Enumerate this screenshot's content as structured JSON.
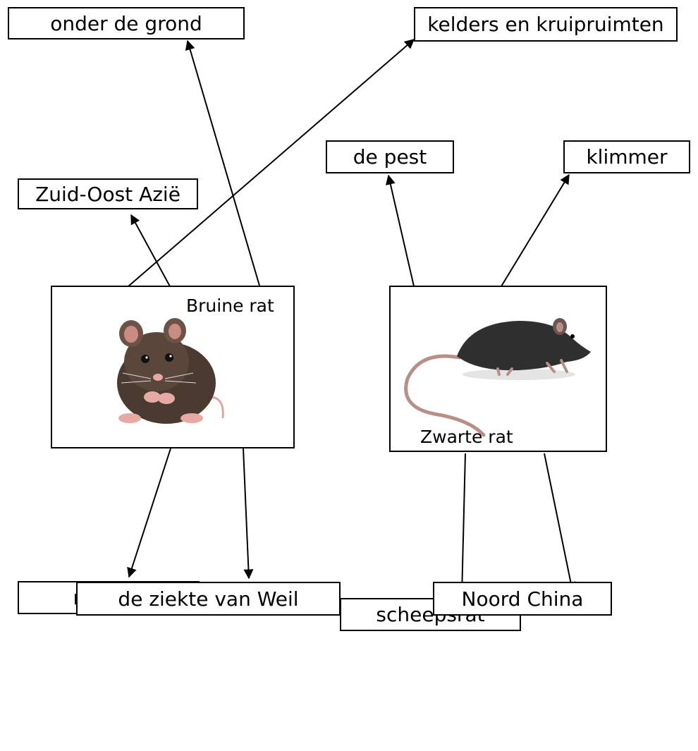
{
  "labels": {
    "onder_de_grond": "onder de grond",
    "kelders": "kelders en kruipruimten",
    "zuid_oost_azie": "Zuid-Oost Azië",
    "de_pest": "de pest",
    "klimmer": "klimmer",
    "rioolrat": "rioolrat",
    "scheepsrat": "scheepsrat",
    "ziekte_weil": "de ziekte van Weil",
    "noord_china": "Noord China"
  },
  "cards": {
    "bruine_rat": "Bruine rat",
    "zwarte_rat": "Zwarte rat"
  },
  "colors": {
    "brown_rat_fur": "#4a3a30",
    "black_rat_fur": "#2f2f2f",
    "pink": "#e6a9a4"
  }
}
